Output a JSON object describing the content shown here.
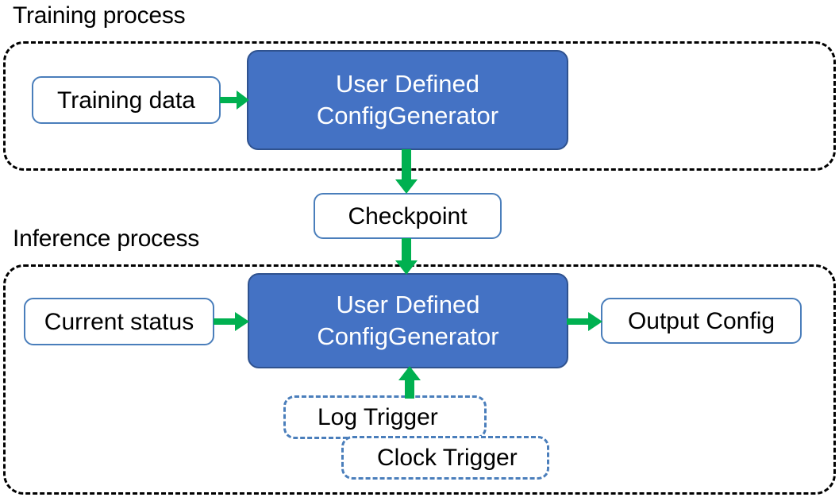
{
  "diagram": {
    "title": "Training process / Inference process flow",
    "colors": {
      "process_fill": "#4472C4",
      "process_border": "#2F528F",
      "node_border": "#4A7EBB",
      "arrow_green": "#00B050",
      "group_border": "#000000",
      "background": "#FFFFFF",
      "text_dark": "#000000",
      "text_light": "#FFFFFF"
    },
    "sections": [
      {
        "id": "training",
        "title": "Training process"
      },
      {
        "id": "inference",
        "title": "Inference process"
      }
    ],
    "nodes": {
      "training_data": {
        "label": "Training data"
      },
      "train_generator": {
        "line1": "User Defined",
        "line2": "ConfigGenerator"
      },
      "checkpoint": {
        "label": "Checkpoint"
      },
      "current_status": {
        "label": "Current status"
      },
      "infer_generator": {
        "line1": "User Defined",
        "line2": "ConfigGenerator"
      },
      "output_config": {
        "label": "Output Config"
      },
      "log_trigger": {
        "label": "Log Trigger"
      },
      "clock_trigger": {
        "label": "Clock Trigger"
      }
    },
    "edges": [
      {
        "id": "training-data-to-generator",
        "from": "Training data",
        "to": "User Defined ConfigGenerator",
        "direction": "right"
      },
      {
        "id": "generator-to-checkpoint",
        "from": "User Defined ConfigGenerator",
        "to": "Checkpoint",
        "direction": "down"
      },
      {
        "id": "checkpoint-to-generator",
        "from": "Checkpoint",
        "to": "User Defined ConfigGenerator",
        "direction": "down"
      },
      {
        "id": "current-status-to-generator",
        "from": "Current status",
        "to": "User Defined ConfigGenerator",
        "direction": "right"
      },
      {
        "id": "generator-to-output",
        "from": "User Defined ConfigGenerator",
        "to": "Output Config",
        "direction": "right"
      },
      {
        "id": "triggers-to-generator",
        "from": "Log Trigger / Clock Trigger",
        "to": "User Defined ConfigGenerator",
        "direction": "up"
      }
    ]
  }
}
